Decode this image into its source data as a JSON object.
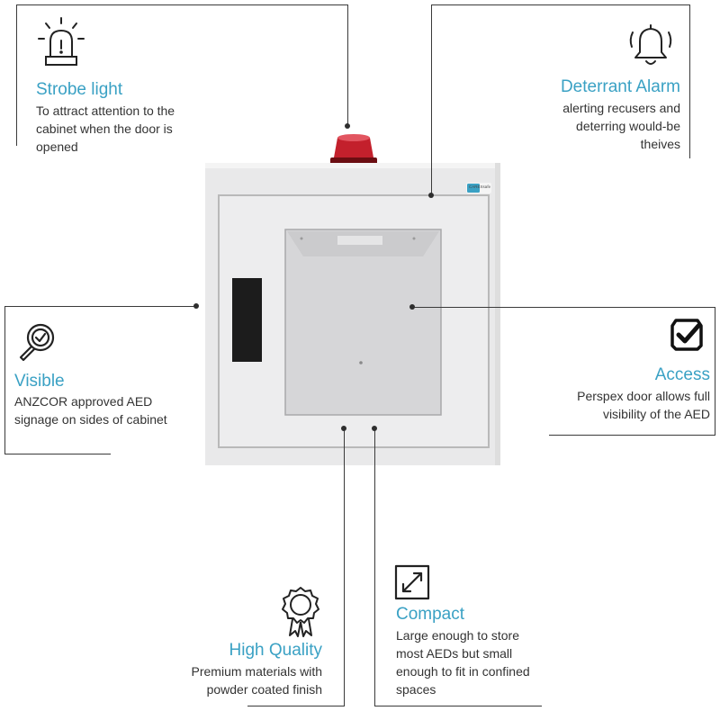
{
  "brand_label": "CAREXsafe",
  "colors": {
    "title": "#3aa1c4",
    "text": "#333333",
    "line": "#3a3a3a"
  },
  "features": {
    "strobe": {
      "icon": "siren-icon",
      "title": "Strobe light",
      "desc": "To attract attention to the cabinet when the door is opened"
    },
    "alarm": {
      "icon": "bell-icon",
      "title": "Deterrant Alarm",
      "desc": "alerting recusers and deterring would-be theives"
    },
    "visible": {
      "icon": "magnifier-check-icon",
      "title": "Visible",
      "desc": "ANZCOR approved AED signage on sides of cabinet"
    },
    "access": {
      "icon": "shield-check-icon",
      "title": "Access",
      "desc": "Perspex door allows full visibility of the AED"
    },
    "quality": {
      "icon": "award-rosette-icon",
      "title": "High Quality",
      "desc": "Premium materials with powder coated finish"
    },
    "compact": {
      "icon": "expand-arrows-icon",
      "title": "Compact",
      "desc": "Large enough to store most AEDs but small enough to fit in confined spaces"
    }
  }
}
